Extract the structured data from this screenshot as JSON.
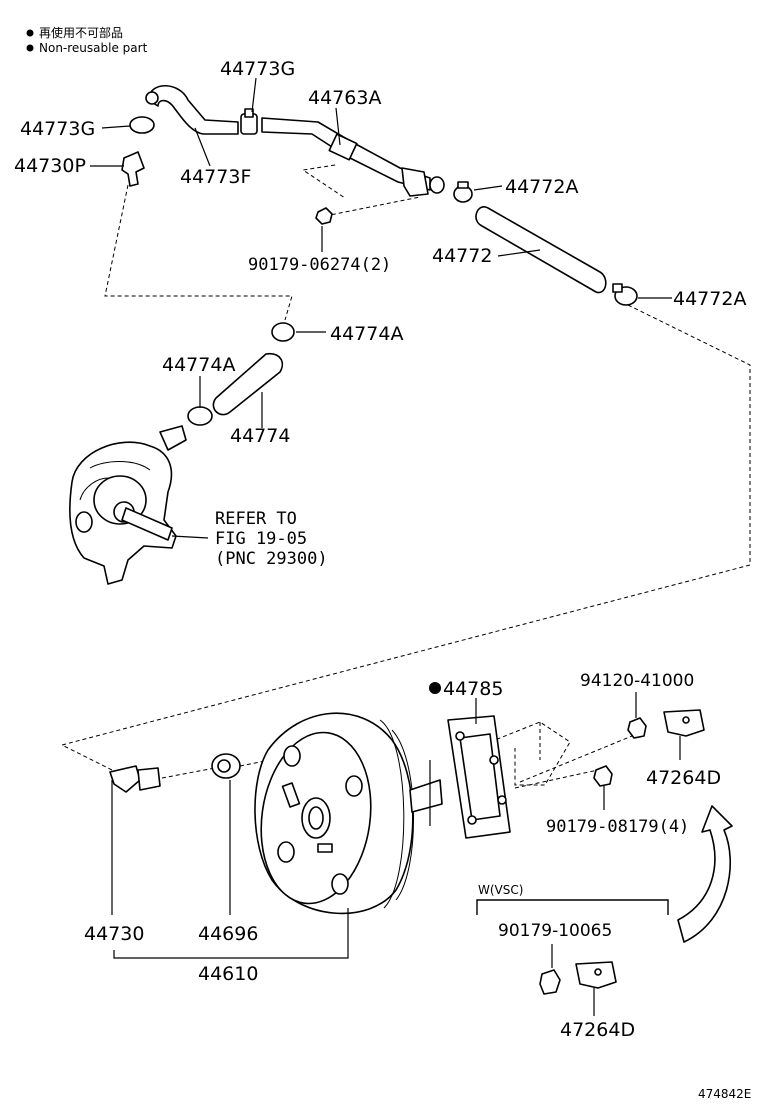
{
  "legend": {
    "jp_text": "再使用不可部品",
    "en_text": "Non-reusable part",
    "marker": "●"
  },
  "labels": {
    "p44773G_top": "44773G",
    "p44773G_left": "44773G",
    "p44730P": "44730P",
    "p44773F": "44773F",
    "p44763A": "44763A",
    "p44772A_1": "44772A",
    "p90179_06274": "90179-06274(2)",
    "p44772": "44772",
    "p44772A_2": "44772A",
    "p44774A_right": "44774A",
    "p44774A_left": "44774A",
    "p44774": "44774",
    "refer_1": "REFER TO",
    "refer_2": "FIG 19-05",
    "refer_3": "(PNC 29300)",
    "p44785": "44785",
    "p94120_41000": "94120-41000",
    "p47264D_1": "47264D",
    "p90179_08179": "90179-08179(4)",
    "wvsc": "W(VSC)",
    "p90179_10065": "90179-10065",
    "p47264D_2": "47264D",
    "p44730": "44730",
    "p44696": "44696",
    "p44610": "44610"
  },
  "figure_id": "474842E",
  "colors": {
    "line": "#000000",
    "background": "#ffffff"
  }
}
